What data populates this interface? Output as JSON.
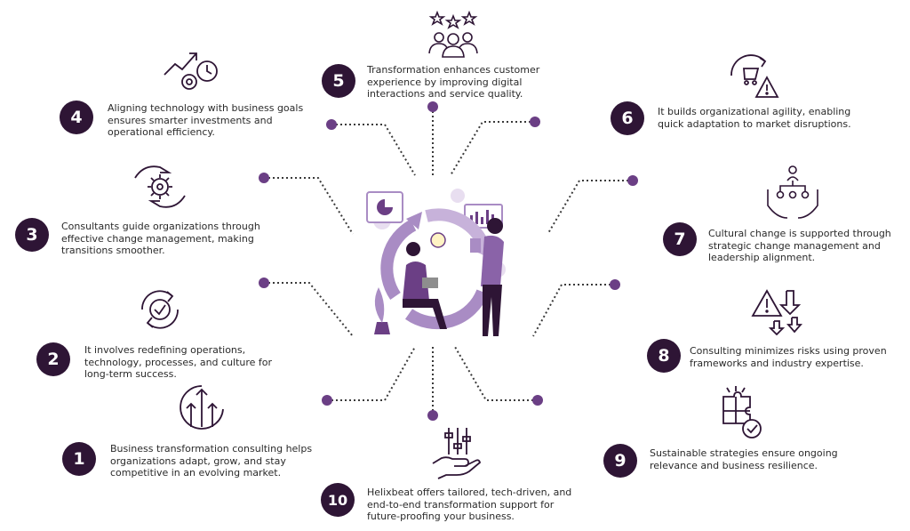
{
  "colors": {
    "badge": "#2e1535",
    "accent": "#6b3f85",
    "accent_light": "#a98cc4",
    "accent_pale": "#e8def0",
    "text": "#2a2a2a",
    "connector": "#3a3a3a"
  },
  "items": [
    {
      "number": "1",
      "icon": "growth-arrows-icon",
      "text": "Business transformation consulting helps organizations adapt, grow, and stay competitive in an evolving market."
    },
    {
      "number": "2",
      "icon": "cycle-check-icon",
      "text": "It involves redefining operations, technology, processes, and culture for long-term success."
    },
    {
      "number": "3",
      "icon": "hands-gear-icon",
      "text": "Consultants guide organizations through effective change management, making transitions smoother."
    },
    {
      "number": "4",
      "icon": "chart-gear-clock-icon",
      "text": "Aligning technology with business goals ensures smarter investments and operational efficiency."
    },
    {
      "number": "5",
      "icon": "rated-team-icon",
      "text": "Transformation enhances customer experience by improving digital interactions and service quality."
    },
    {
      "number": "6",
      "icon": "agility-warning-icon",
      "text": "It builds organizational agility, enabling quick adaptation to market disruptions."
    },
    {
      "number": "7",
      "icon": "hands-org-chart-icon",
      "text": "Cultural change is supported through strategic change management and leadership alignment."
    },
    {
      "number": "8",
      "icon": "risk-arrows-icon",
      "text": "Consulting minimizes risks using proven frameworks and industry expertise."
    },
    {
      "number": "9",
      "icon": "puzzle-check-icon",
      "text": "Sustainable strategies ensure ongoing relevance and business resilience."
    },
    {
      "number": "10",
      "icon": "hand-sliders-icon",
      "text": "Helixbeat offers tailored, tech-driven, and end-to-end transformation support for future-proofing your business."
    }
  ],
  "center_illustration": "consultants-cycle-illustration"
}
